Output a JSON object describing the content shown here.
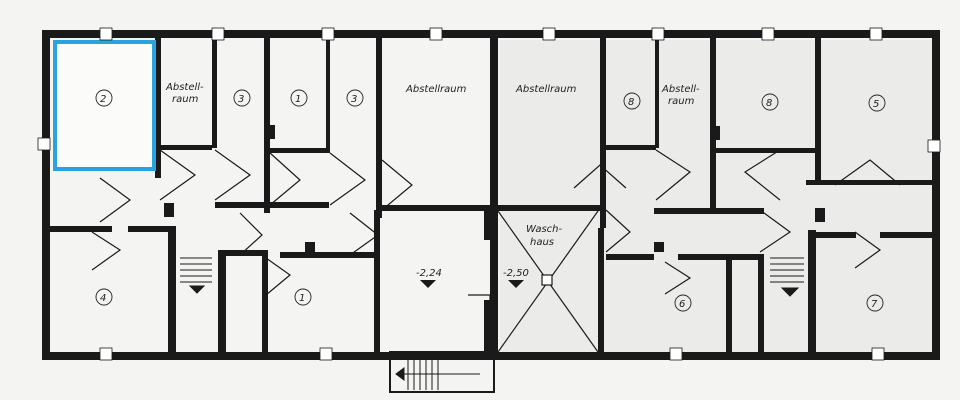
{
  "plan": {
    "highlight_color": "#29a3e0",
    "rooms": {
      "storage_label": "Abstell-",
      "storage_label_2": "raum",
      "storage_room": "Abstellraum",
      "wash_label": "Wasch-",
      "wash_label_2": "haus",
      "unit_2": "2",
      "unit_3a": "3",
      "unit_1a": "1",
      "unit_3b": "3",
      "unit_4": "4",
      "unit_1b": "1",
      "unit_8a": "8",
      "unit_8b": "8",
      "unit_5": "5",
      "unit_6": "6",
      "unit_7": "7"
    },
    "levels": {
      "left": "-2,24",
      "right": "-2,50"
    }
  }
}
